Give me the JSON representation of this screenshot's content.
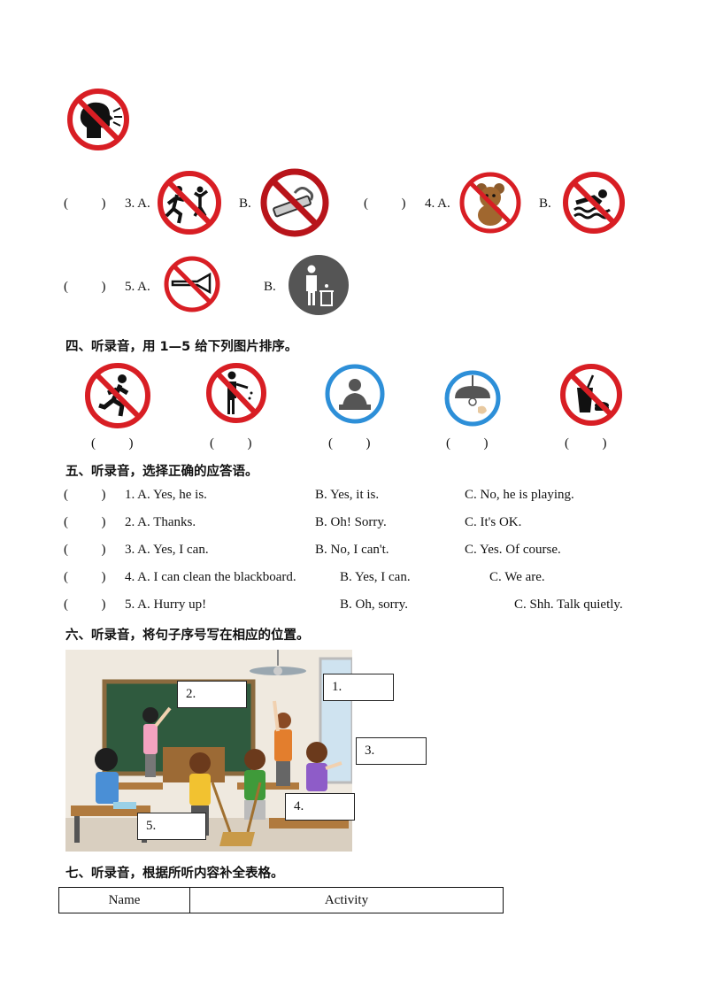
{
  "part3": {
    "paren": "(          )",
    "q3": {
      "num": "3. A.",
      "b": "B."
    },
    "q4": {
      "num": "4. A.",
      "b": "B."
    },
    "q5": {
      "num": "5. A.",
      "b": "B."
    },
    "icons": [
      "no-shouting-icon",
      "no-running-icon",
      "no-smoking-icon",
      "no-toys-icon",
      "no-swimming-icon",
      "no-noise-icon",
      "litter-bin-icon"
    ]
  },
  "part4": {
    "title": "四、听录音，用 1—5 给下列图片排序。",
    "paren": "(          )",
    "icons": [
      "no-running-icon",
      "no-littering-icon",
      "study-icon",
      "turn-off-light-icon",
      "no-food-drink-icon"
    ]
  },
  "part5": {
    "title": "五、听录音，选择正确的应答语。",
    "paren": "(          )",
    "items": [
      {
        "q": "1. A. Yes, he is.",
        "b": "B. Yes, it is.",
        "c": "C. No, he is playing."
      },
      {
        "q": "2. A. Thanks.",
        "b": "B. Oh! Sorry.",
        "c": "C. It's OK."
      },
      {
        "q": "3. A. Yes, I can.",
        "b": "B. No, I can't.",
        "c": "C. Yes. Of course."
      },
      {
        "q": "4. A.  I  can  clean  the  blackboard.",
        "b": "B.  Yes,  I  can.",
        "c": "C.  We  are."
      },
      {
        "q": "5. A.  Hurry  up!",
        "b": "B.  Oh,  sorry.",
        "c": "C. Shh. Talk quietly."
      }
    ]
  },
  "part6": {
    "title": "六、听录音，将句子序号写在相应的位置。",
    "labels": [
      "1.",
      "2.",
      "3.",
      "4.",
      "5."
    ]
  },
  "part7": {
    "title": "七、听录音，根据所听内容补全表格。",
    "headers": [
      "Name",
      "Activity"
    ]
  },
  "colors": {
    "sign_red": "#d81e24",
    "sign_blue": "#2d8fd8",
    "sign_gray": "#555555"
  }
}
